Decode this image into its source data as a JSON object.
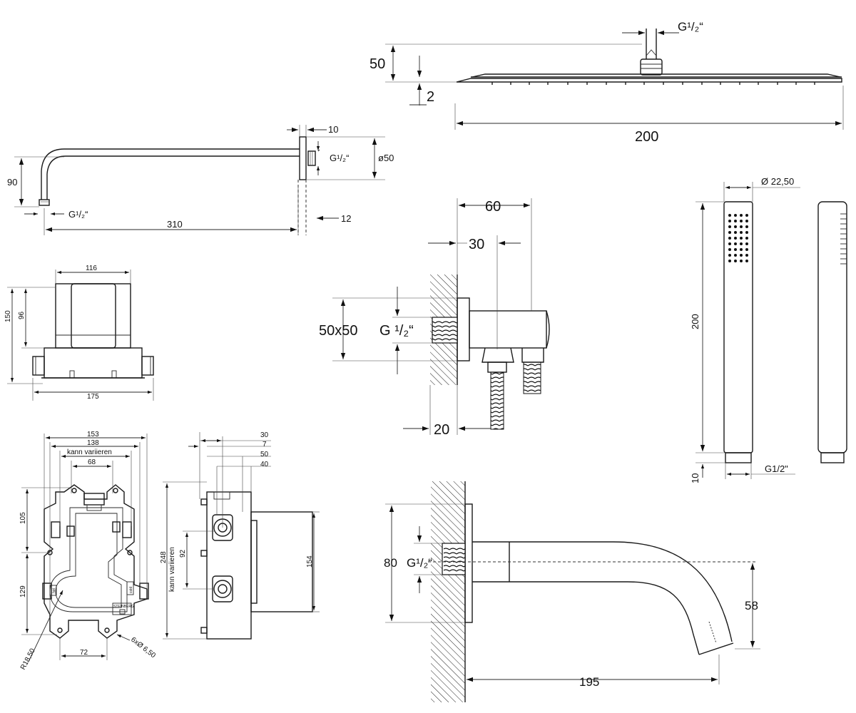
{
  "rain_shower_head": {
    "height": "50",
    "thickness": "2",
    "width": "200",
    "thread": "G¹/₂“"
  },
  "shower_arm": {
    "drop": "90",
    "length": "310",
    "flange_thickness": "10",
    "flange_diameter": "ø50",
    "flange_offset": "12",
    "thread_inlet": "G¹/₂“",
    "thread_outlet": "G¹/₂“"
  },
  "box_front": {
    "width_top": "116",
    "height_total": "150",
    "height_upper": "96",
    "width_base": "175"
  },
  "wall_outlet": {
    "depth_total": "60",
    "depth_body": "30",
    "flange": "50x50",
    "thread": "G ¹/₂“",
    "wall_offset": "20"
  },
  "hand_shower": {
    "diameter": "Ø 22,50",
    "length": "200",
    "base_height": "10",
    "thread": "G1/2\""
  },
  "mounting_plate": {
    "w153": "153",
    "w138": "138",
    "variable": "kann variieren",
    "w68": "68",
    "h105": "105",
    "h129": "129",
    "w72": "72",
    "radius": "R18,50",
    "holes": "6xØ 6,50",
    "label_hot": "hot",
    "label_cold": "cold",
    "brand": "STEINBERG"
  },
  "body_side": {
    "d30": "30",
    "d7": "7",
    "d50": "50",
    "d40": "40",
    "h248": "248",
    "variable": "kann variieren",
    "h92": "92",
    "h154": "154"
  },
  "spout": {
    "flange": "80",
    "thread": "G¹/₂“",
    "drop": "58",
    "projection": "195"
  }
}
